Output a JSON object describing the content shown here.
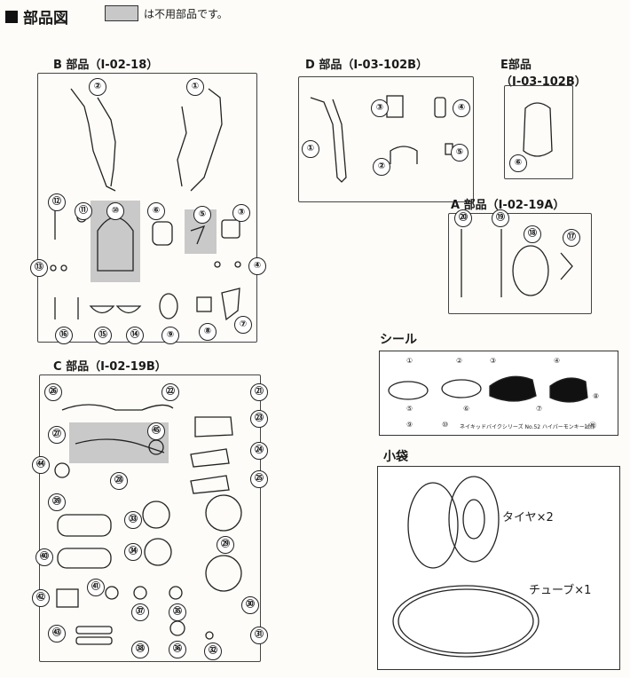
{
  "title": "部品図",
  "legend": "は不用部品です。",
  "sections": {
    "b": {
      "label": "B 部品",
      "code": "（Ⅰ-02-18）"
    },
    "d": {
      "label": "D 部品",
      "code": "（Ⅰ-03-102B）"
    },
    "e": {
      "label": "E部品",
      "code": "（Ⅰ-03-102B）"
    },
    "a": {
      "label": "A 部品",
      "code": "（Ⅰ-02-19A）"
    },
    "c": {
      "label": "C 部品",
      "code": "（Ⅰ-02-19B）"
    }
  },
  "seal": {
    "label": "シール",
    "caption": "ネイキッドバイクシリーズ No.52 ハイパーモンキー試作"
  },
  "bag": {
    "label": "小袋",
    "tire": "タイヤ×2",
    "tube": "チューブ×1"
  },
  "part_numbers": {
    "b": [
      "①",
      "②",
      "③",
      "④",
      "⑤",
      "⑥",
      "⑦",
      "⑧",
      "⑨",
      "⑩",
      "⑪",
      "⑫",
      "⑬",
      "⑭",
      "⑮",
      "⑯"
    ],
    "d": [
      "①",
      "②",
      "③",
      "④",
      "⑤"
    ],
    "e": [
      "⑥"
    ],
    "a": [
      "⑰",
      "⑱",
      "⑲",
      "⑳"
    ],
    "c": [
      "㉑",
      "㉒",
      "㉓",
      "㉔",
      "㉕",
      "㉖",
      "㉗",
      "㉘",
      "㉙",
      "㉚",
      "㉛",
      "㉜",
      "㉝",
      "㉞",
      "㉟",
      "㊱",
      "㊲",
      "㊳",
      "㊴",
      "㊵",
      "㊶",
      "㊷",
      "㊸",
      "㊹",
      "㊺"
    ],
    "seal": [
      "①",
      "②",
      "③",
      "④",
      "⑤",
      "⑥",
      "⑦",
      "⑧",
      "⑨",
      "⑩",
      "⑪"
    ]
  }
}
